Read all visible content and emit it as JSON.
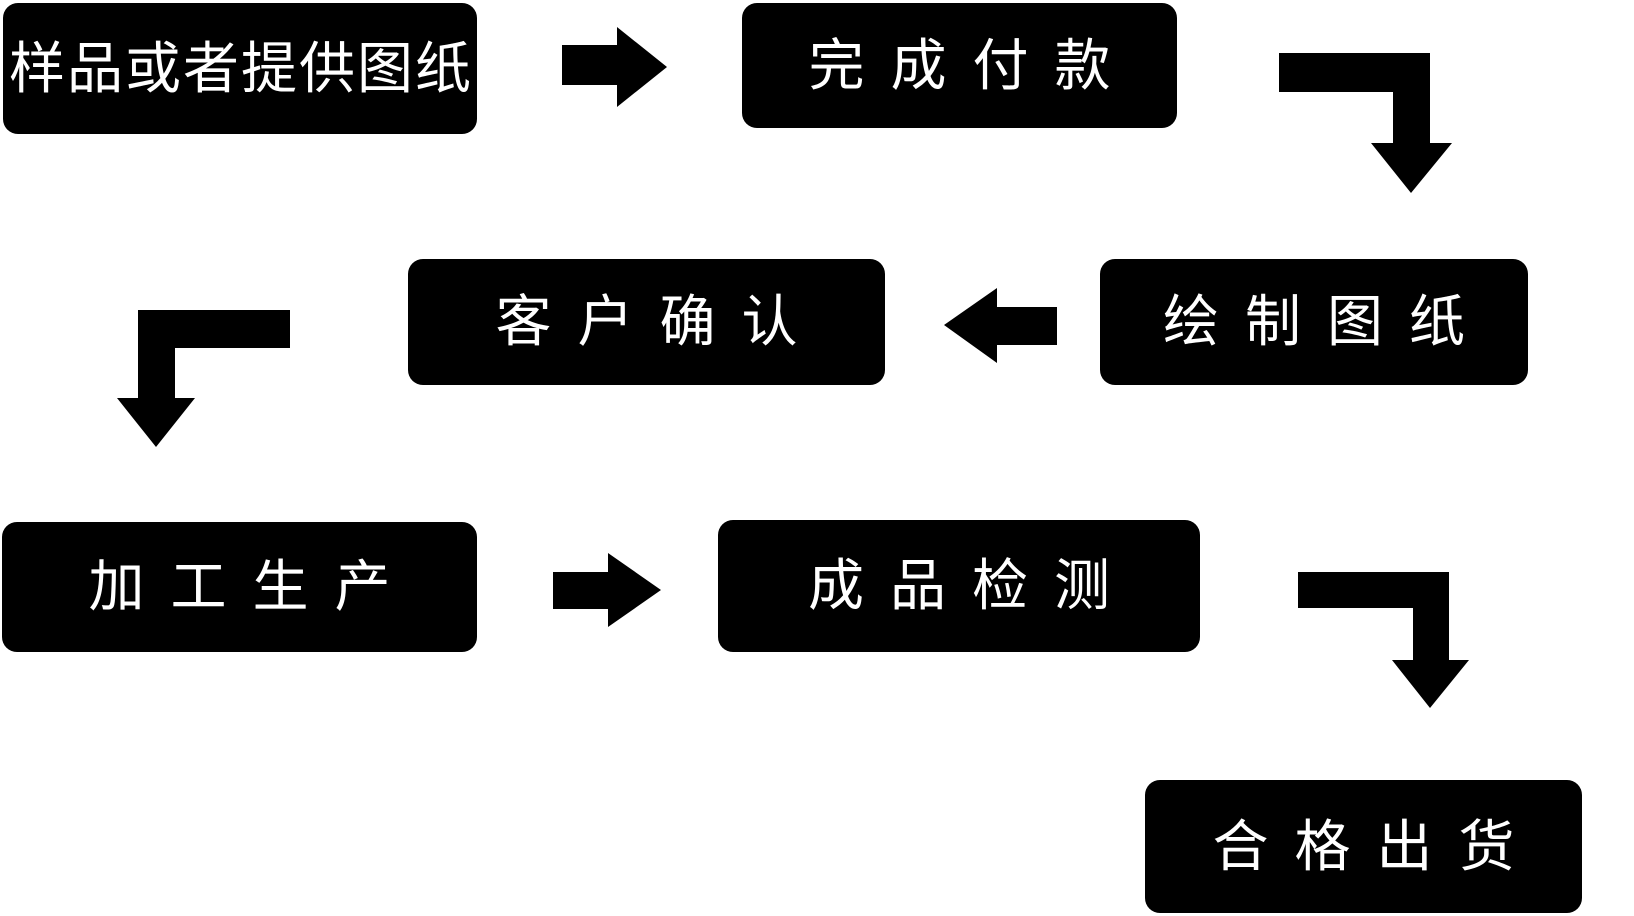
{
  "diagram": {
    "type": "flowchart",
    "colors": {
      "background": "#ffffff",
      "node_fill": "#000000",
      "node_text": "#ffffff",
      "arrow": "#000000"
    },
    "nodes": [
      {
        "label": "样品或者提供图纸"
      },
      {
        "label": "完成付款"
      },
      {
        "label": "绘制图纸"
      },
      {
        "label": "客户确认"
      },
      {
        "label": "加工生产"
      },
      {
        "label": "成品检测"
      },
      {
        "label": "合格出货"
      }
    ],
    "arrows": [
      {
        "icon": "right-arrow-icon",
        "from": "样品或者提供图纸",
        "to": "完成付款"
      },
      {
        "icon": "corner-down-right-arrow-icon",
        "from": "完成付款",
        "to": "绘制图纸"
      },
      {
        "icon": "left-arrow-icon",
        "from": "绘制图纸",
        "to": "客户确认"
      },
      {
        "icon": "corner-down-left-arrow-icon",
        "from": "客户确认",
        "to": "加工生产"
      },
      {
        "icon": "right-arrow-icon",
        "from": "加工生产",
        "to": "成品检测"
      },
      {
        "icon": "corner-down-right-arrow-icon",
        "from": "成品检测",
        "to": "合格出货"
      }
    ]
  }
}
